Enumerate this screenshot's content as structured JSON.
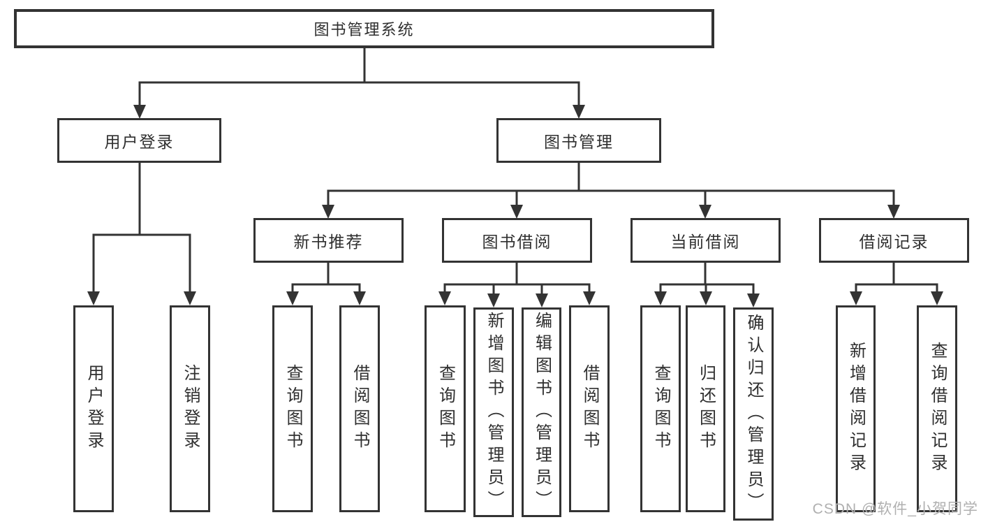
{
  "diagram": {
    "root": {
      "label": "图书管理系统"
    },
    "user_login": {
      "label": "用户登录",
      "children": [
        {
          "label": "用户登录"
        },
        {
          "label": "注销登录"
        }
      ]
    },
    "book_mgmt": {
      "label": "图书管理",
      "new_books": {
        "label": "新书推荐",
        "children": [
          {
            "label": "查询图书"
          },
          {
            "label": "借阅图书"
          }
        ]
      },
      "borrowing": {
        "label": "图书借阅",
        "children": [
          {
            "label": "查询图书"
          },
          {
            "label": "新增图书（管理员）"
          },
          {
            "label": "编辑图书（管理员）"
          },
          {
            "label": "借阅图书"
          }
        ]
      },
      "current": {
        "label": "当前借阅",
        "children": [
          {
            "label": "查询图书"
          },
          {
            "label": "归还图书"
          },
          {
            "label": "确认归还（管理员）"
          }
        ]
      },
      "records": {
        "label": "借阅记录",
        "children": [
          {
            "label": "新增借阅记录"
          },
          {
            "label": "查询借阅记录"
          }
        ]
      }
    }
  },
  "watermark": {
    "text": "CSDN @软件_小贺同学"
  },
  "colors": {
    "line": "#333333",
    "text": "#2f2f2f",
    "box_fill": "#ffffff",
    "background": "#ffffff",
    "watermark": "#b0b0b0"
  }
}
